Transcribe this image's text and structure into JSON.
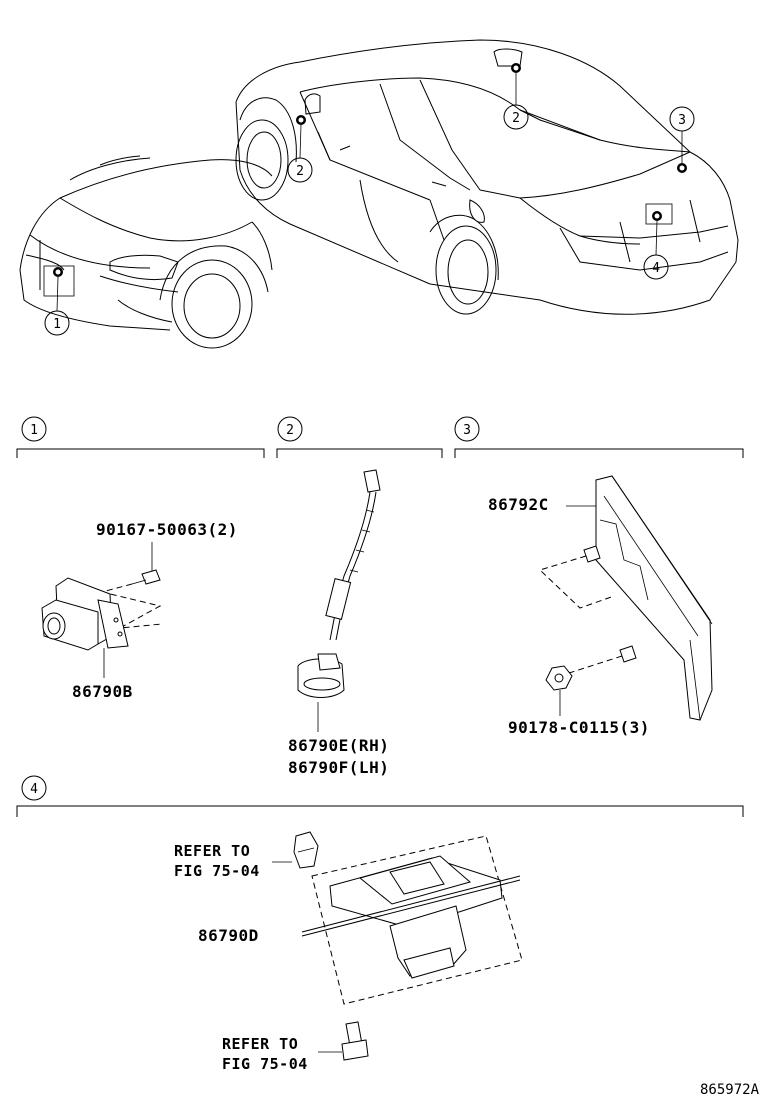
{
  "callouts": [
    "1",
    "2",
    "3",
    "4"
  ],
  "sections": [
    {
      "num": "1",
      "parts": [
        "90167-50063(2)",
        "86790B"
      ]
    },
    {
      "num": "2",
      "parts": [
        "86790E(RH)",
        "86790F(LH)"
      ]
    },
    {
      "num": "3",
      "parts": [
        "86792C",
        "90178-C0115(3)"
      ]
    },
    {
      "num": "4",
      "parts": [
        "86790D"
      ],
      "refs": [
        {
          "line1": "REFER TO",
          "line2": "FIG 75-04"
        },
        {
          "line1": "REFER TO",
          "line2": "FIG 75-04"
        }
      ]
    }
  ],
  "figure_id": "865972A"
}
